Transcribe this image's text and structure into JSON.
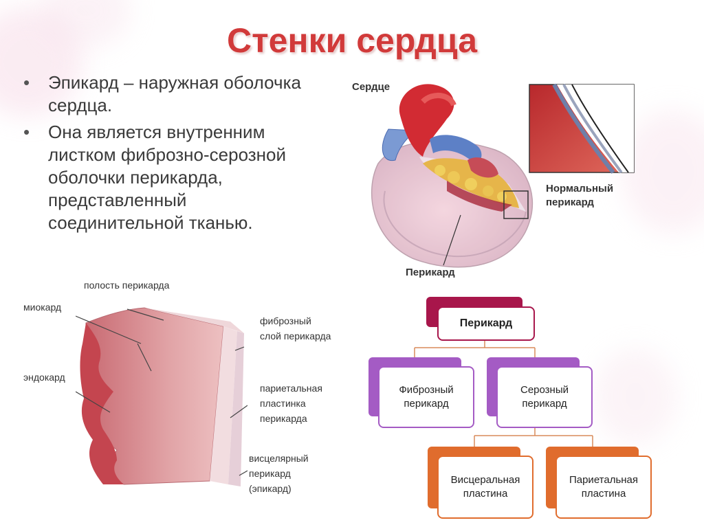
{
  "title": "Стенки сердца",
  "bullets": [
    "Эпикард – наружная оболочка сердца.",
    "Она является внутренним листком фиброзно-серозной оболочки перикарда, представленный соединительной тканью."
  ],
  "heart_figure": {
    "label_heart": "Сердце",
    "label_normal_pericardium_1": "Нормальный",
    "label_normal_pericardium_2": "перикард",
    "label_pericardium": "Перикард"
  },
  "wall_figure": {
    "cavity_1": "полость перикарда",
    "myocardium": "миокард",
    "endocardium": "эндокард",
    "fibrous_1": "фиброзный",
    "fibrous_2": "слой перикарда",
    "parietal_1": "париетальная",
    "parietal_2": "пластинка",
    "parietal_3": "перикарда",
    "visceral_1": "висцелярный",
    "visceral_2": "перикард",
    "visceral_3": "(эпикард)"
  },
  "hierarchy": {
    "root": "Перикард",
    "level1": [
      "Фиброзный перикард",
      "Серозный перикард"
    ],
    "level2": [
      "Висцеральная пластина",
      "Париетальная пластина"
    ]
  },
  "colors": {
    "title": "#d13a3a",
    "root_accent": "#a8164b",
    "level1_accent": "#a45bc4",
    "level2_accent": "#e06c2d"
  }
}
